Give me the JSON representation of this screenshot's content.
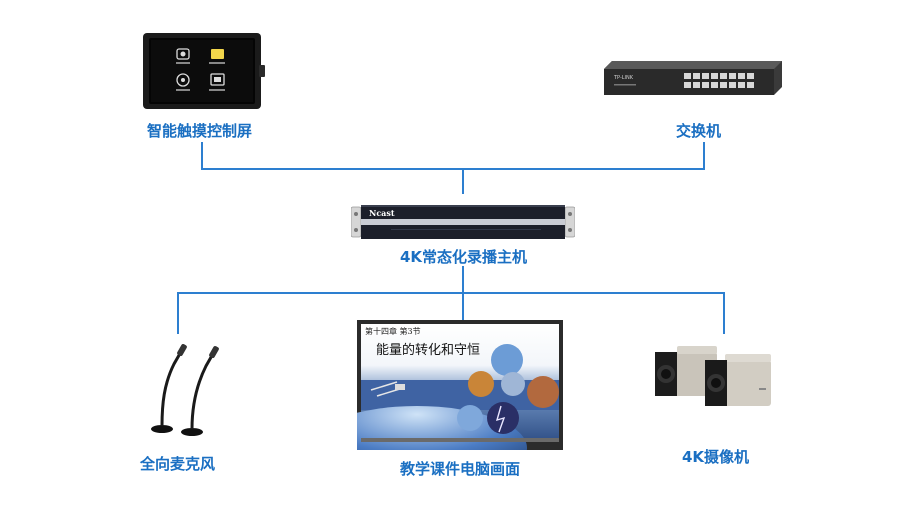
{
  "colors": {
    "accent": "#1a6fc2",
    "line": "#2d7fd0"
  },
  "devices": {
    "touch_screen": {
      "label": "智能触摸控制屏",
      "icon": "touch-panel-icon"
    },
    "switch": {
      "label": "交换机",
      "brand": "TP-LINK",
      "icon": "network-switch-icon"
    },
    "recorder": {
      "label": "4K常态化录播主机",
      "brand": "Ncast",
      "icon": "rack-recorder-icon"
    },
    "microphone": {
      "label": "全向麦克风",
      "icon": "microphone-icon"
    },
    "display": {
      "label": "教学课件电脑画面",
      "icon": "monitor-icon",
      "slide_header": "第十四章 第3节",
      "slide_title": "能量的转化和守恒"
    },
    "camera": {
      "label": "4K摄像机",
      "icon": "camera-icon"
    }
  }
}
